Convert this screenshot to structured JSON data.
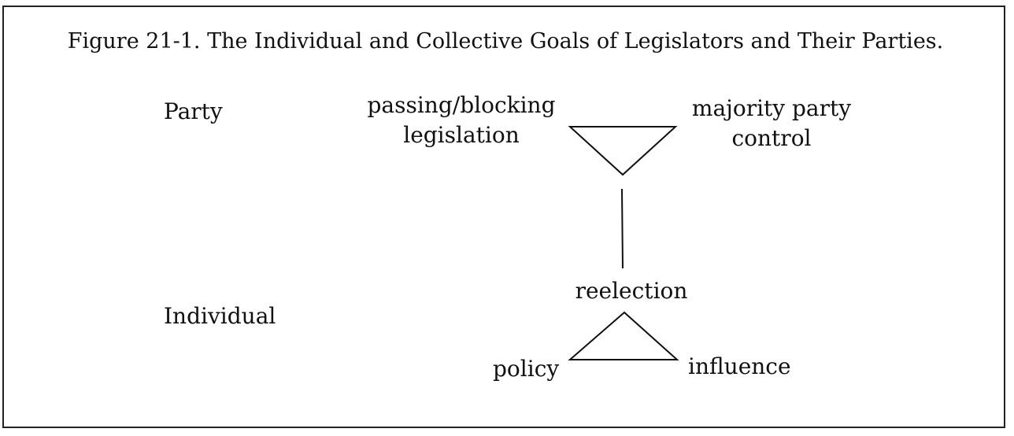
{
  "figure": {
    "title": "Figure 21-1.  The Individual and Collective Goals of Legislators and Their Parties."
  },
  "levels": {
    "party": "Party",
    "individual": "Individual"
  },
  "party_goals": {
    "left_line1": "passing/blocking",
    "left_line2": "legislation",
    "right_line1": "majority party",
    "right_line2": "control"
  },
  "individual_goals": {
    "top": "reelection",
    "left": "policy",
    "right": "influence"
  }
}
